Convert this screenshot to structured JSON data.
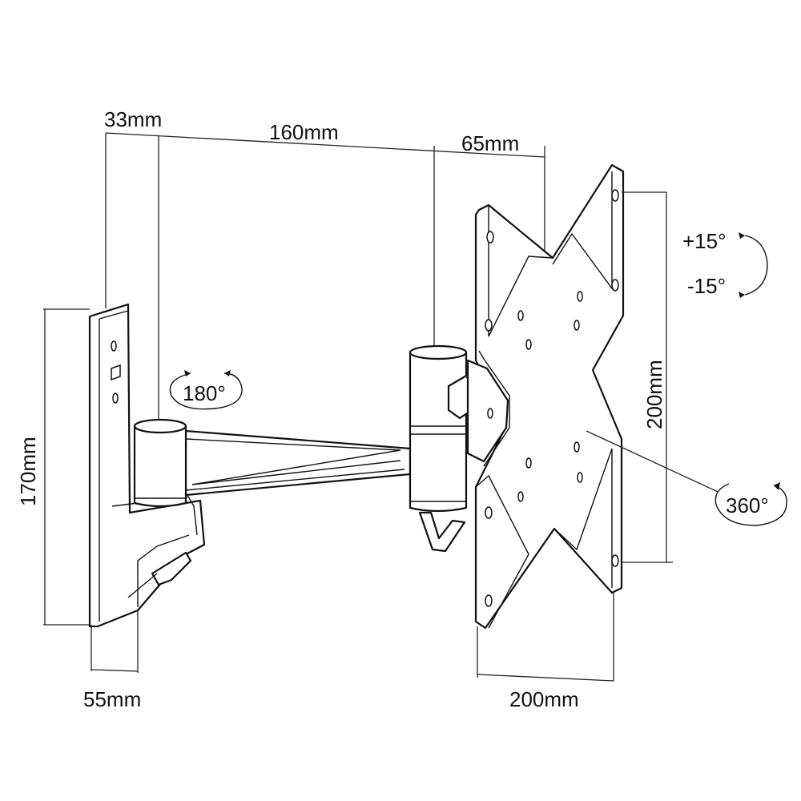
{
  "dimensions": {
    "offset_wall": "33mm",
    "arm_length": "160mm",
    "head_offset": "65mm",
    "plate_height": "170mm",
    "plate_depth": "55mm",
    "vesa_width": "200mm",
    "vesa_height": "200mm"
  },
  "rotations": {
    "swivel": "180°",
    "tilt_up": "+15°",
    "tilt_down": "-15°",
    "rotate": "360°"
  }
}
